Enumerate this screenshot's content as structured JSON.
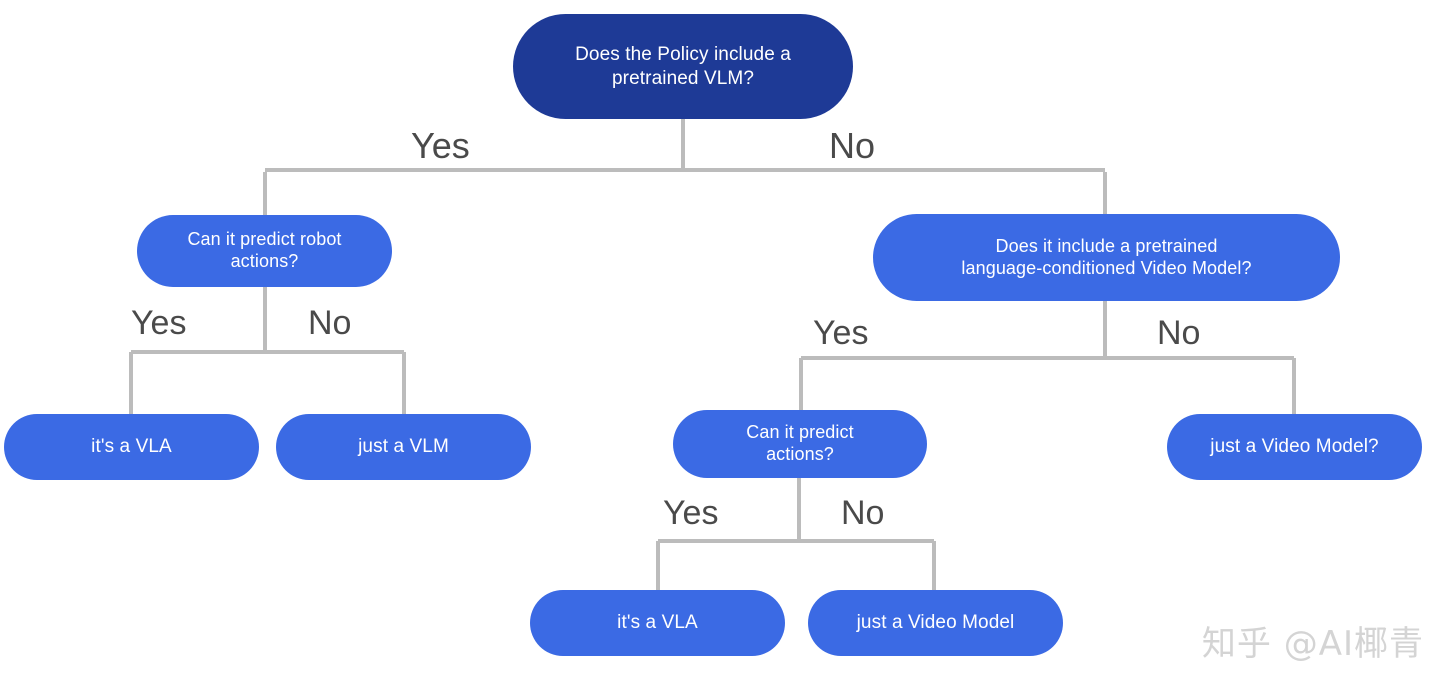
{
  "diagram": {
    "type": "decision-tree-flowchart",
    "title": "Does the Policy include a pretrained VLM?",
    "colors": {
      "root_fill": "#1e3a96",
      "node_fill": "#3b6ae4",
      "node_text": "#ffffff",
      "edge_line": "#bcbcbc",
      "edge_label_text": "#4a4a4a",
      "background": "#ffffff",
      "watermark": "#d4d4d4"
    },
    "nodes": {
      "root": {
        "label": "Does the Policy include a\npretrained VLM?",
        "kind": "question"
      },
      "left_branch": {
        "label": "Can it predict robot\nactions?",
        "kind": "question"
      },
      "right_branch": {
        "label": "Does it include a pretrained\nlanguage-conditioned Video Model?",
        "kind": "question"
      },
      "left_yes_leaf": {
        "label": "it's a VLA",
        "kind": "answer"
      },
      "left_no_leaf": {
        "label": "just a VLM",
        "kind": "answer"
      },
      "right_yes_branch": {
        "label": "Can it predict\nactions?",
        "kind": "question"
      },
      "right_no_leaf": {
        "label": "just a Video Model?",
        "kind": "answer"
      },
      "bottom_yes_leaf": {
        "label": "it's a VLA",
        "kind": "answer"
      },
      "bottom_no_leaf": {
        "label": "just a Video Model",
        "kind": "answer"
      }
    },
    "edge_labels": {
      "root_yes": "Yes",
      "root_no": "No",
      "left_yes": "Yes",
      "left_no": "No",
      "right_yes": "Yes",
      "right_no": "No",
      "bottom_yes": "Yes",
      "bottom_no": "No"
    },
    "watermark": "知乎 @AI椰青"
  }
}
